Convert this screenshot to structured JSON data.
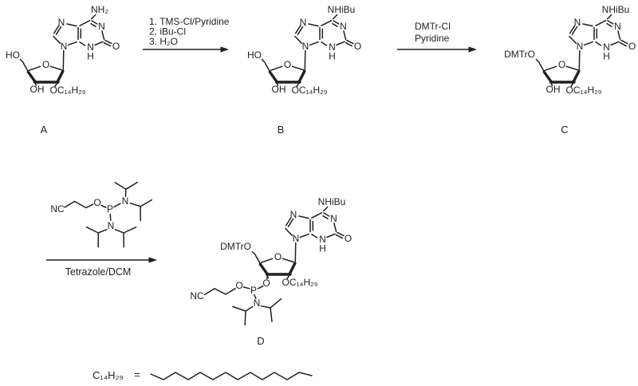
{
  "colors": {
    "background": "#ffffff",
    "ink": "#1f1f1f"
  },
  "atoms": {
    "n": "N",
    "h": "H",
    "o": "O",
    "p": "P",
    "nc": "NC"
  },
  "labels": {
    "amine_nh2": "NH₂",
    "amine_nhibu": "NHiBu",
    "hydroxyl_ho": "HO",
    "hydroxyl_oh": "OH",
    "o_c14h29": "OC₁₄H₂₉",
    "dmtr_o": "DMTrO"
  },
  "captions": {
    "a": "A",
    "b": "B",
    "c": "C",
    "d": "D"
  },
  "steps": {
    "step1_line1": "1. TMS-Cl/Pyridine",
    "step1_line2": "2. iBu-Cl",
    "step1_line3": "3. H₂O",
    "step2_line1": "DMTr-Cl",
    "step2_line2": "Pyridine",
    "step3_line1": "Tetrazole/DCM"
  },
  "footer": {
    "chain_formula": "C₁₄H₂₉",
    "equals": "="
  }
}
